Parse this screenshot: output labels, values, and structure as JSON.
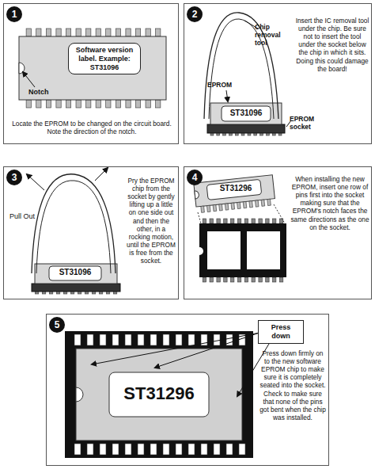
{
  "diagram": {
    "nodes": [
      {
        "text": [
          "Locate the EPROM to be changed on the circuit board. Note the direction of the notch."
        ]
      },
      {
        "text": [
          "1"
        ],
        "in": 0
      },
      {
        "text": [
          "Software version label. Example: ST31096"
        ],
        "in": 0
      },
      {
        "text": [
          "Insert the IC removal tool under the chip. Be sure not to insert the tool under the socket below the chip in which it sits. Doing this could damage the board!"
        ]
      },
      {
        "text": [
          "2"
        ],
        "in": 3
      },
      {
        "text": [
          "Pry the EPROM chip from the socket by gently lifting up a little on one side out and then the other, in a rocking motion, until the EPROM is free from the socket."
        ]
      },
      {
        "text": [
          "3"
        ],
        "in": 5
      },
      {
        "text": [
          "When installing the new EPROM, insert one row of pins first into the socket making sure that the EPROM's notch faces the same directions as the one on the socket."
        ]
      },
      {
        "text": [
          "4"
        ],
        "in": 7
      },
      {
        "text": [
          "Press down firmly on to the new software EPROM chip to make sure it is completely seated into the socket. Check to make sure that none of the pins got bent when the chip was installed."
        ]
      },
      {
        "text": [
          "5"
        ],
        "in": 9
      },
      {
        "text": [
          "Press down"
        ],
        "in": 9
      }
    ],
    "labels": [
      "Notch",
      "Chip removal tool",
      "EPROM",
      "ST31096",
      "EPROM socket",
      "Pull Out",
      "ST31096",
      "ST31296",
      "ST31296"
    ]
  }
}
